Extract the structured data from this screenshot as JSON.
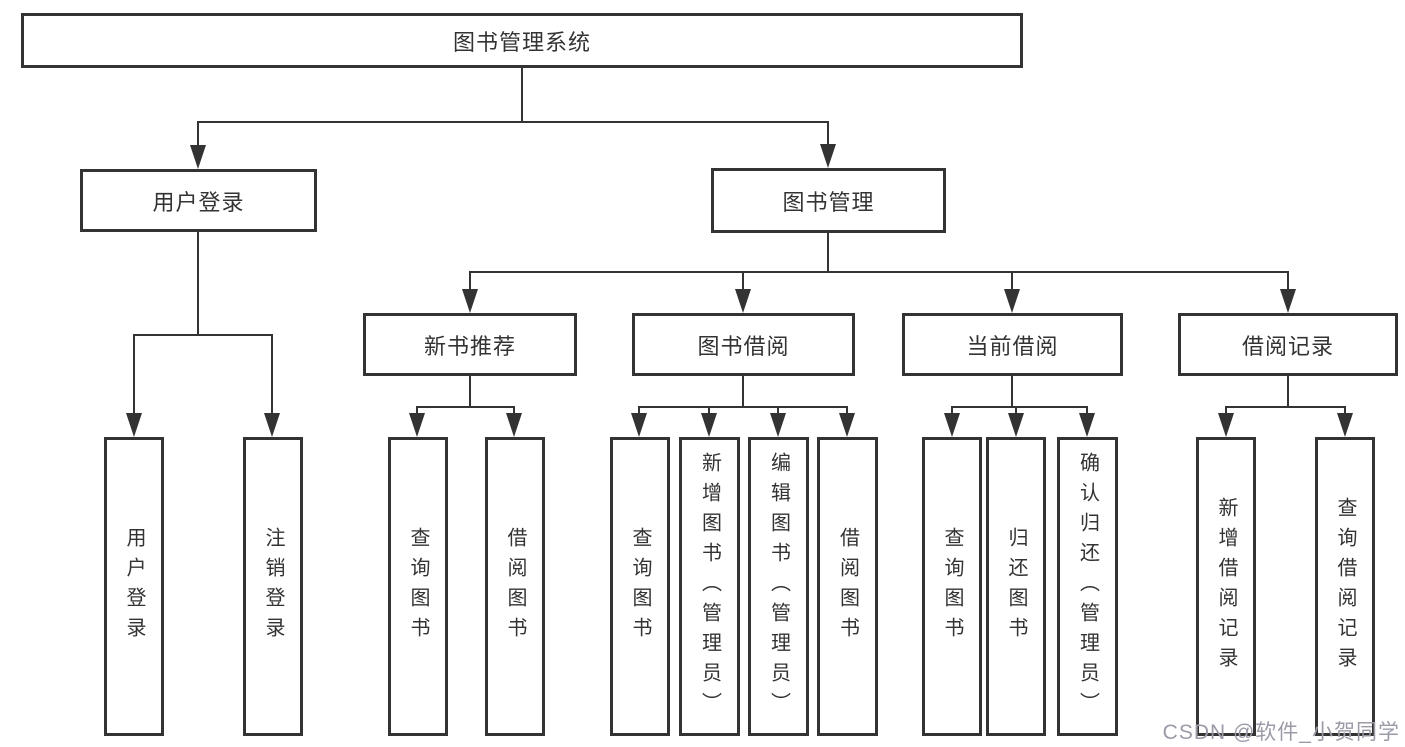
{
  "colors": {
    "line": "#333333",
    "text": "#333333",
    "background": "#ffffff",
    "watermark": "#9b9ba8"
  },
  "watermark": {
    "text": "CSDN @软件_小贺同学"
  },
  "nodes": {
    "root": {
      "label": "图书管理系统"
    },
    "level2": {
      "user_login": {
        "label": "用户登录"
      },
      "book_management": {
        "label": "图书管理"
      }
    },
    "level3": {
      "new_book_recommend": {
        "label": "新书推荐"
      },
      "book_borrowing": {
        "label": "图书借阅"
      },
      "current_borrowing": {
        "label": "当前借阅"
      },
      "borrowing_records": {
        "label": "借阅记录"
      }
    },
    "leaves": {
      "login_user_login": {
        "label": "用户登录"
      },
      "login_logout": {
        "label": "注销登录"
      },
      "nbr_query_books": {
        "label": "查询图书"
      },
      "nbr_borrow_books": {
        "label": "借阅图书"
      },
      "bb_query_books": {
        "label": "查询图书"
      },
      "bb_add_books_admin": {
        "label": "新增图书（管理员）"
      },
      "bb_edit_books_admin": {
        "label": "编辑图书（管理员）"
      },
      "bb_borrow_books": {
        "label": "借阅图书"
      },
      "cb_query_books": {
        "label": "查询图书"
      },
      "cb_return_books": {
        "label": "归还图书"
      },
      "cb_confirm_return_admin": {
        "label": "确认归还（管理员）"
      },
      "br_add_record": {
        "label": "新增借阅记录"
      },
      "br_query_record": {
        "label": "查询借阅记录"
      }
    }
  },
  "hierarchy": {
    "图书管理系统": [
      "用户登录",
      "图书管理"
    ],
    "用户登录": [
      "用户登录",
      "注销登录"
    ],
    "图书管理": [
      "新书推荐",
      "图书借阅",
      "当前借阅",
      "借阅记录"
    ],
    "新书推荐": [
      "查询图书",
      "借阅图书"
    ],
    "图书借阅": [
      "查询图书",
      "新增图书（管理员）",
      "编辑图书（管理员）",
      "借阅图书"
    ],
    "当前借阅": [
      "查询图书",
      "归还图书",
      "确认归还（管理员）"
    ],
    "借阅记录": [
      "新增借阅记录",
      "查询借阅记录"
    ]
  }
}
